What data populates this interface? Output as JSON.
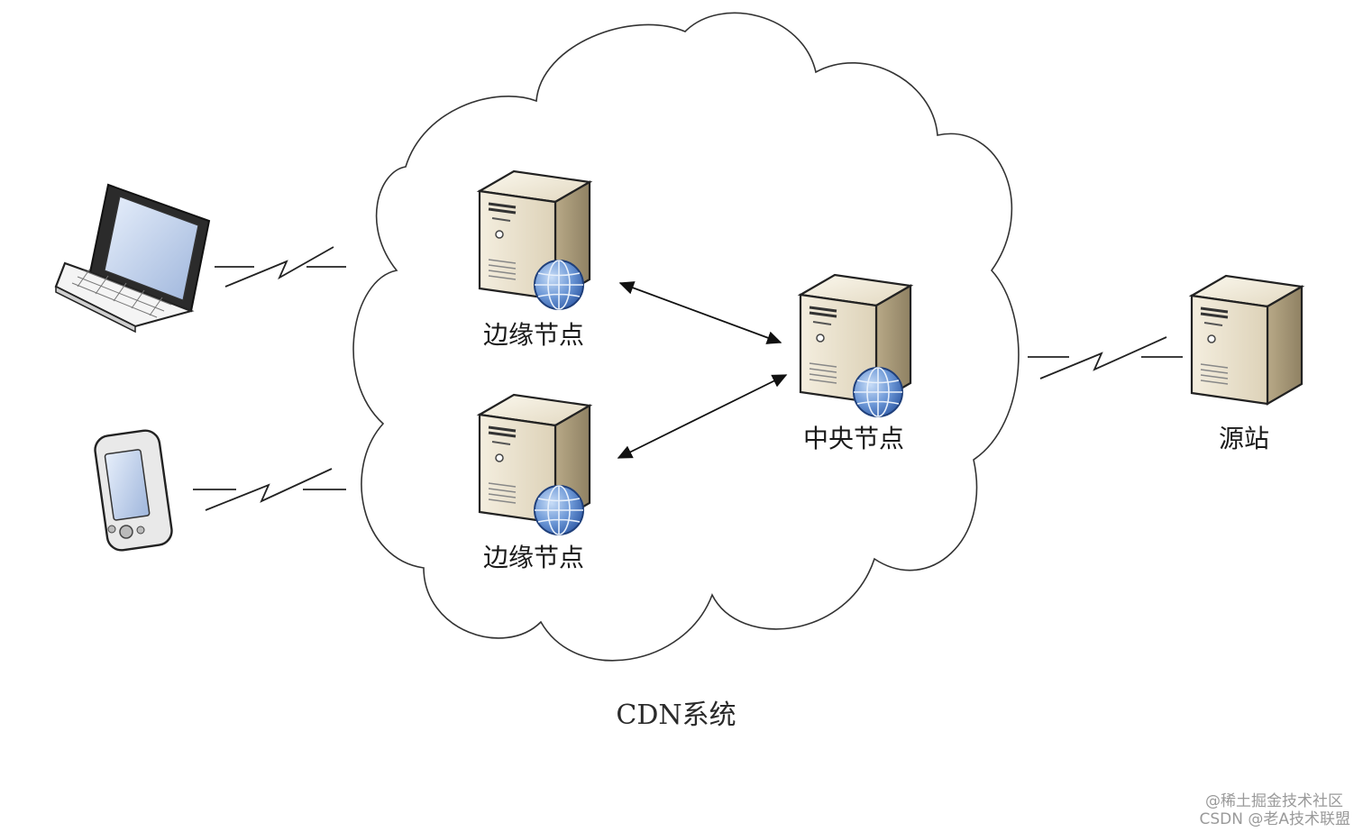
{
  "diagram": {
    "cloud_label": "CDN系统",
    "nodes": {
      "edge_top": "边缘节点",
      "edge_bottom": "边缘节点",
      "central": "中央节点",
      "origin": "源站"
    },
    "clients": {
      "laptop": "laptop-icon",
      "phone": "phone-icon"
    }
  },
  "watermark": {
    "line1": "@稀土掘金技术社区",
    "line2": "CSDN @老A技术联盟"
  }
}
